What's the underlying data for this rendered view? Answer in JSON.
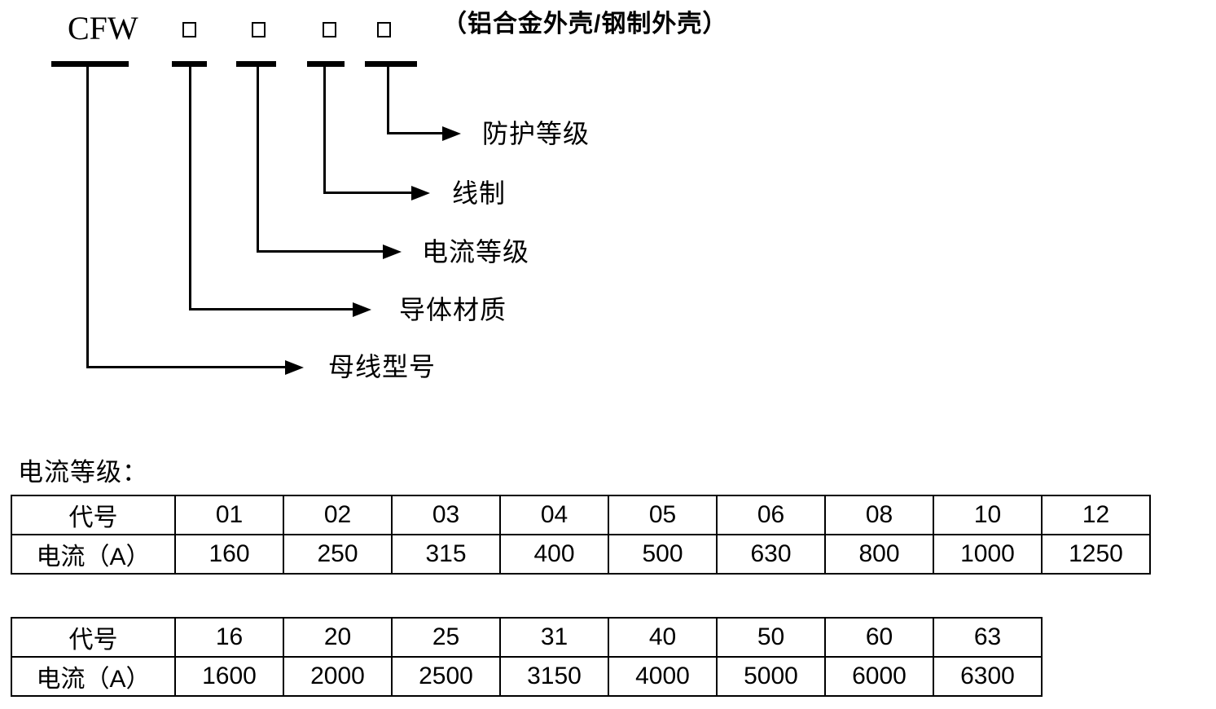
{
  "diagram": {
    "model_prefix": "CFW",
    "enclosure_note": "（铝合金外壳/钢制外壳）",
    "placeholder_count": 4,
    "labels": [
      {
        "text": "防护等级"
      },
      {
        "text": "线制"
      },
      {
        "text": "电流等级"
      },
      {
        "text": "导体材质"
      },
      {
        "text": "母线型号"
      }
    ]
  },
  "section_heading": "电流等级：",
  "tables": [
    {
      "row_headers": [
        "代号",
        "电流（A）"
      ],
      "codes": [
        "01",
        "02",
        "03",
        "04",
        "05",
        "06",
        "08",
        "10",
        "12"
      ],
      "currents": [
        "160",
        "250",
        "315",
        "400",
        "500",
        "630",
        "800",
        "1000",
        "1250"
      ]
    },
    {
      "row_headers": [
        "代号",
        "电流（A）"
      ],
      "codes": [
        "16",
        "20",
        "25",
        "31",
        "40",
        "50",
        "60",
        "63"
      ],
      "currents": [
        "1600",
        "2000",
        "2500",
        "3150",
        "4000",
        "5000",
        "6000",
        "6300"
      ]
    }
  ]
}
